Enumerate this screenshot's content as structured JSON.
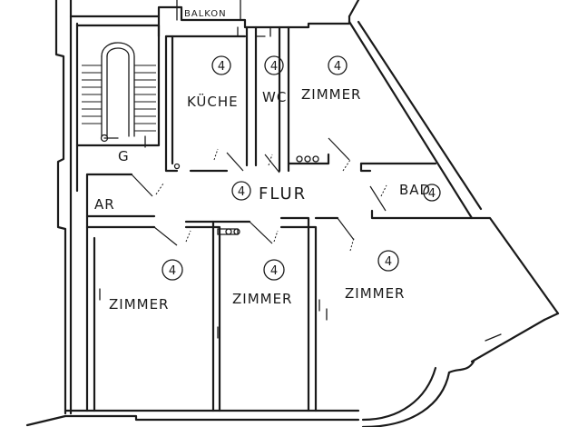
{
  "floorplan": {
    "labels": {
      "balkon": "BALKON",
      "kueche": "KÜCHE",
      "wc": "WC",
      "zimmer_top": "ZIMMER",
      "zimmer_left": "ZIMMER",
      "zimmer_middle": "ZIMMER",
      "zimmer_right": "ZIMMER",
      "flur": "FLUR",
      "bad": "BAD",
      "ar": "AR",
      "stair_g": "G"
    },
    "room_number": "4"
  }
}
